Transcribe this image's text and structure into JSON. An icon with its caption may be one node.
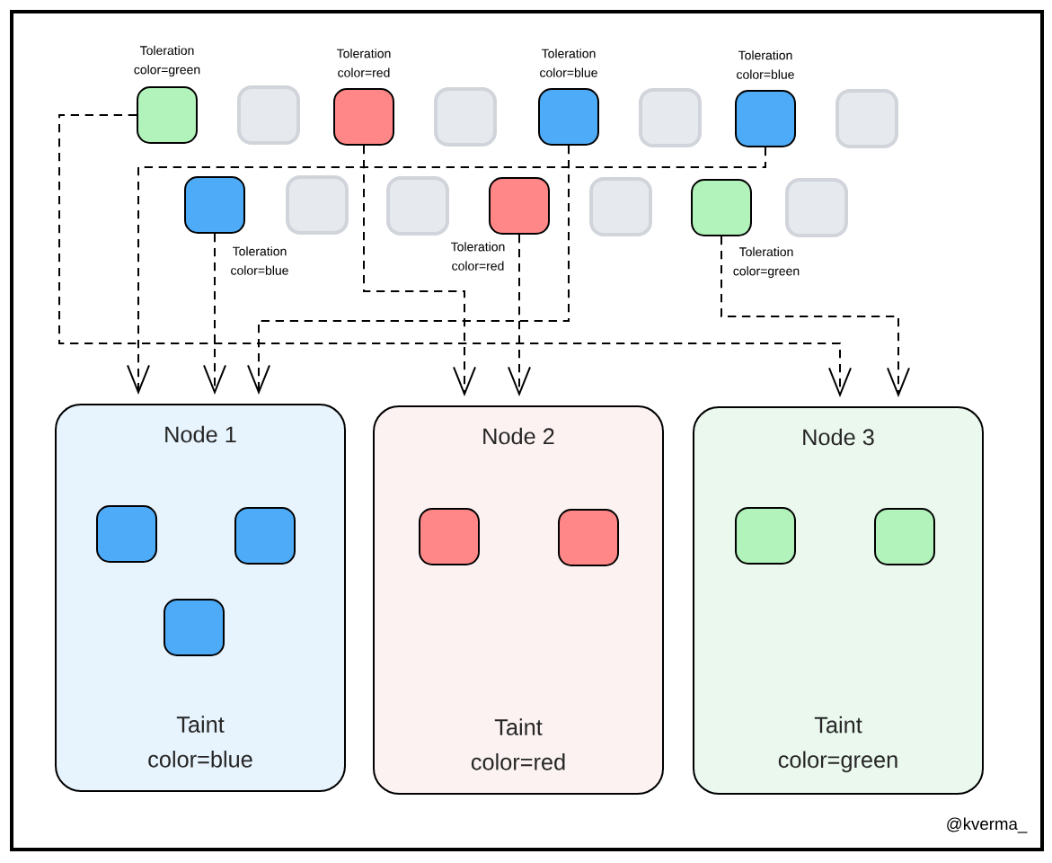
{
  "diagram": {
    "nodes": [
      {
        "text": [],
        "shape": "box",
        "beside": [
          "Toleration color=green"
        ]
      },
      {
        "text": [],
        "shape": "box"
      },
      {
        "text": [],
        "shape": "box",
        "beside": [
          "Toleration color=red"
        ]
      },
      {
        "text": [],
        "shape": "box"
      },
      {
        "text": [],
        "shape": "box",
        "beside": [
          "Toleration color=blue"
        ]
      },
      {
        "text": [],
        "shape": "box"
      },
      {
        "text": [],
        "shape": "box",
        "beside": [
          "Toleration color=blue"
        ]
      },
      {
        "text": [],
        "shape": "box"
      },
      {
        "text": [],
        "shape": "box",
        "beside": [
          "Toleration color=blue"
        ]
      },
      {
        "text": [],
        "shape": "box"
      },
      {
        "text": [],
        "shape": "box"
      },
      {
        "text": [],
        "shape": "box",
        "beside": [
          "Toleration color=red"
        ]
      },
      {
        "text": [],
        "shape": "box"
      },
      {
        "text": [],
        "shape": "box",
        "beside": [
          "Toleration color=green"
        ]
      },
      {
        "text": [],
        "shape": "box"
      },
      {
        "text": [
          "Node 1",
          "Taint color=blue"
        ]
      },
      {
        "text": [],
        "shape": "box",
        "in": 15
      },
      {
        "text": [],
        "shape": "box",
        "in": 15
      },
      {
        "text": [],
        "shape": "box",
        "in": 15
      },
      {
        "text": [
          "Node 2",
          "Taint color=red"
        ]
      },
      {
        "text": [],
        "shape": "box",
        "in": 19
      },
      {
        "text": [],
        "shape": "box",
        "in": 19
      },
      {
        "text": [
          "Node 3",
          "Taint color=green"
        ]
      },
      {
        "text": [],
        "shape": "box",
        "in": 22
      },
      {
        "text": [],
        "shape": "box",
        "in": 22
      }
    ],
    "edges": [
      {
        "from": 0,
        "to": 22,
        "arrow": "to",
        "style": "dashed"
      },
      {
        "from": 2,
        "to": 19,
        "arrow": "to",
        "style": "dashed"
      },
      {
        "from": 4,
        "to": 15,
        "arrow": "to",
        "style": "dashed"
      },
      {
        "from": 6,
        "to": 15,
        "arrow": "to",
        "style": "dashed"
      },
      {
        "from": 8,
        "to": 15,
        "arrow": "to",
        "style": "dashed"
      },
      {
        "from": 11,
        "to": 19,
        "arrow": "to",
        "style": "dashed"
      },
      {
        "from": 13,
        "to": 22,
        "arrow": "to",
        "style": "dashed"
      }
    ],
    "labels": [
      "@kverma_"
    ]
  }
}
